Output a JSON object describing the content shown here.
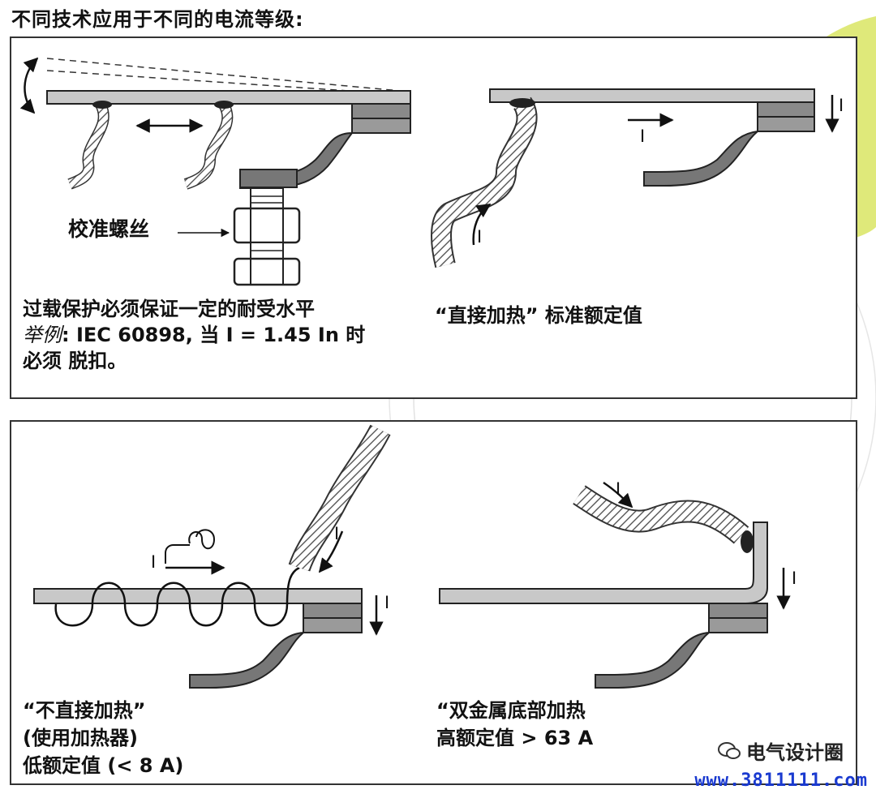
{
  "title": "不同技术应用于不同的电流等级:",
  "panel_top": {
    "left": {
      "screw_label": "校准螺丝",
      "lines": [
        "过载保护必须保证一定的耐受水平"
      ],
      "example_prefix": "举例",
      "example_text": ": IEC 60898, 当 I = 1.45 In 时",
      "line3": "必须 脱扣。"
    },
    "right": {
      "caption": "“直接加热” 标准额定值",
      "current_label": "I"
    }
  },
  "panel_bottom": {
    "left": {
      "caption_lines": [
        "“不直接加热”",
        "(使用加热器)",
        "低额定值 (< 8 A)"
      ],
      "current_label": "I"
    },
    "right": {
      "caption_lines": [
        "“双金属底部加热",
        "高额定值 > 63 A"
      ],
      "current_label": "I"
    }
  },
  "watermark": "电气设计圈",
  "url": "www.3811111.com",
  "colors": {
    "accent": "#dfe97a",
    "metal": "#c8c8c8",
    "metal_dark": "#8a8a8a",
    "border": "#333333",
    "url": "#1a3ad0"
  }
}
